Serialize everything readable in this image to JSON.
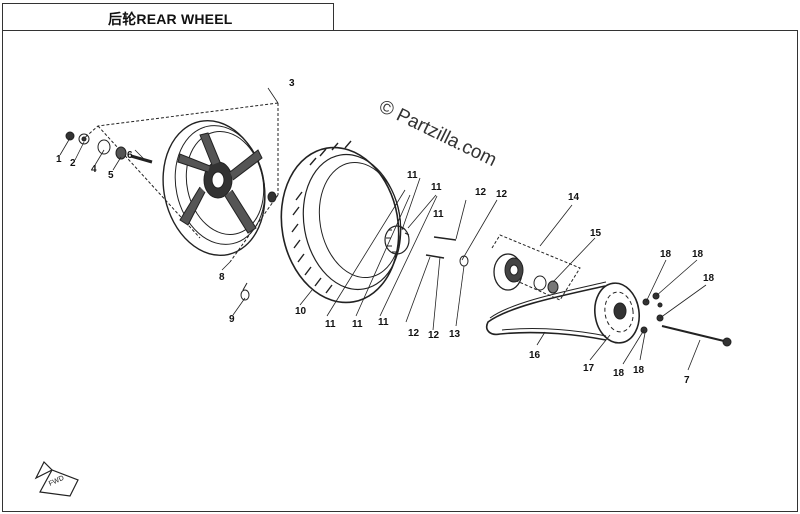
{
  "title": "后轮REAR WHEEL",
  "watermark": "© Partzilla.com",
  "fwd_label": "FWD",
  "callouts": [
    {
      "id": "c1",
      "label": "1"
    },
    {
      "id": "c2",
      "label": "2"
    },
    {
      "id": "c3",
      "label": "3"
    },
    {
      "id": "c4",
      "label": "4"
    },
    {
      "id": "c5",
      "label": "5"
    },
    {
      "id": "c6",
      "label": "6"
    },
    {
      "id": "c7",
      "label": "7"
    },
    {
      "id": "c8",
      "label": "8"
    },
    {
      "id": "c9",
      "label": "9"
    },
    {
      "id": "c10",
      "label": "10"
    },
    {
      "id": "c11a",
      "label": "11"
    },
    {
      "id": "c11b",
      "label": "11"
    },
    {
      "id": "c11c",
      "label": "11"
    },
    {
      "id": "c11d",
      "label": "11"
    },
    {
      "id": "c11e",
      "label": "11"
    },
    {
      "id": "c11f",
      "label": "11"
    },
    {
      "id": "c12a",
      "label": "12"
    },
    {
      "id": "c12b",
      "label": "12"
    },
    {
      "id": "c12c",
      "label": "12"
    },
    {
      "id": "c12d",
      "label": "12"
    },
    {
      "id": "c13",
      "label": "13"
    },
    {
      "id": "c14",
      "label": "14"
    },
    {
      "id": "c15",
      "label": "15"
    },
    {
      "id": "c16",
      "label": "16"
    },
    {
      "id": "c17",
      "label": "17"
    },
    {
      "id": "c18a",
      "label": "18"
    },
    {
      "id": "c18b",
      "label": "18"
    },
    {
      "id": "c18c",
      "label": "18"
    },
    {
      "id": "c18d",
      "label": "18"
    },
    {
      "id": "c18e",
      "label": "18"
    }
  ]
}
